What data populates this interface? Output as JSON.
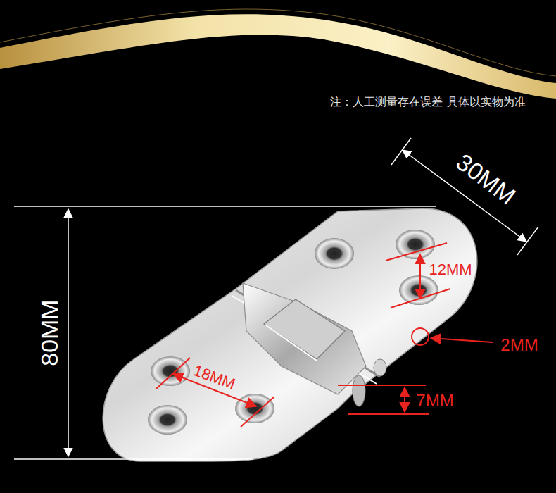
{
  "diagram": {
    "labels": [
      "注：人工测量存在误差 具体以实物为准",
      "30MM",
      "12MM",
      "80MM",
      "2MM",
      "7MM",
      "18MM"
    ]
  }
}
